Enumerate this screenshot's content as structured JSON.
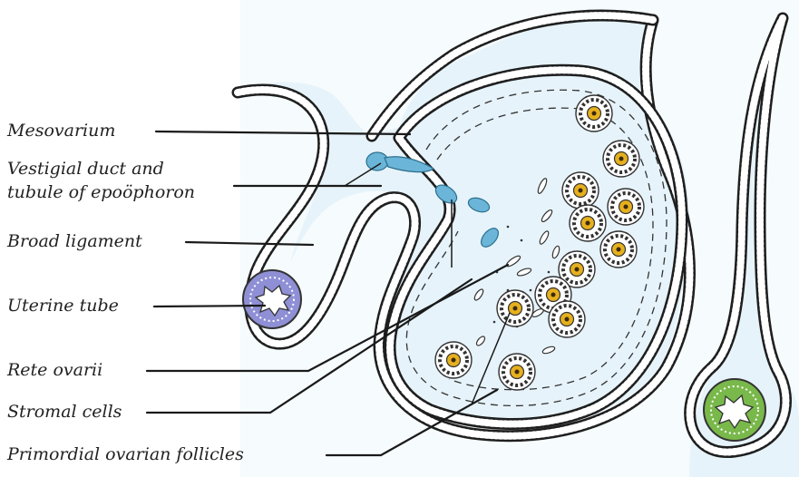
{
  "labels": {
    "mesovarium": "Mesovarium",
    "vestigial_duct_line1": "Vestigial duct and",
    "vestigial_duct_line2": "tubule of epoöphoron",
    "broad_ligament": "Broad ligament",
    "uterine_tube": "Uterine tube",
    "rete_ovarii": "Rete ovarii",
    "stromal_cells": "Stromal cells",
    "primordial_ovarian_follicles": "Primordial ovarian follicles"
  },
  "colors": {
    "background": "#ffffff",
    "tissue": "#e6f3fa",
    "epithelium": "#1f1f1f",
    "rete_blue": "#6bb5d8",
    "tube_purple": "#8f8fd6",
    "tube_green": "#79b84a",
    "follicle_oocyte": "#e6b01e"
  }
}
